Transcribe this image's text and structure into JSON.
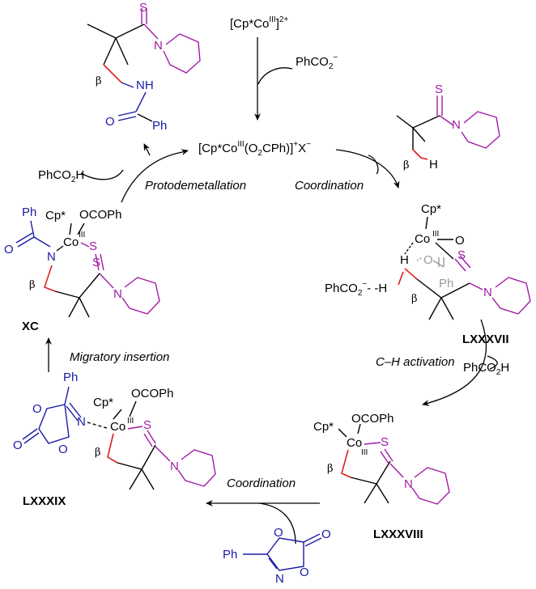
{
  "catalyst_precursor": {
    "text": "[Cp*Co",
    "ox": "III",
    "charge": "]2+"
  },
  "catalyst_active": {
    "pre": "[Cp*Co",
    "ox": "III",
    "mid": "(O",
    "sub2": "2",
    "post": "CPh)]",
    "plus": "+",
    "anion": "X",
    "minus": "−"
  },
  "reagents": {
    "benzoate_in": {
      "text": "PhCO",
      "sub": "2",
      "sup": "−"
    },
    "acid_in": {
      "text": "PhCO",
      "sub": "2",
      "tail": "H"
    },
    "acid_out": {
      "text": "PhCO",
      "sub": "2",
      "tail": "H"
    },
    "benzoate_assist": {
      "text": "PhCO",
      "sub": "2",
      "sup": "−",
      "tail": "- -H"
    }
  },
  "steps": {
    "protodemetallation": "Protodemetallation",
    "coordination_1": "Coordination",
    "ch_activation": "C–H activation",
    "coordination_2": "Coordination",
    "migratory_insertion": "Migratory insertion"
  },
  "compounds": {
    "lxxxvii": "LXXXVII",
    "lxxxviii": "LXXXVIII",
    "lxxxix": "LXXXIX",
    "xc": "XC"
  },
  "atoms": {
    "S": "S",
    "N": "N",
    "NH": "NH",
    "H": "H",
    "O": "O",
    "Ph": "Ph",
    "Cp": "Cp*",
    "Co": "Co",
    "III": "III",
    "beta": "β",
    "OCOPh": "OCOPh",
    "dash_minus": "−"
  },
  "colors": {
    "blue": "#1a1aa6",
    "purple": "#a01aa6",
    "red": "#e0201a",
    "gray": "#9a9a9a"
  }
}
